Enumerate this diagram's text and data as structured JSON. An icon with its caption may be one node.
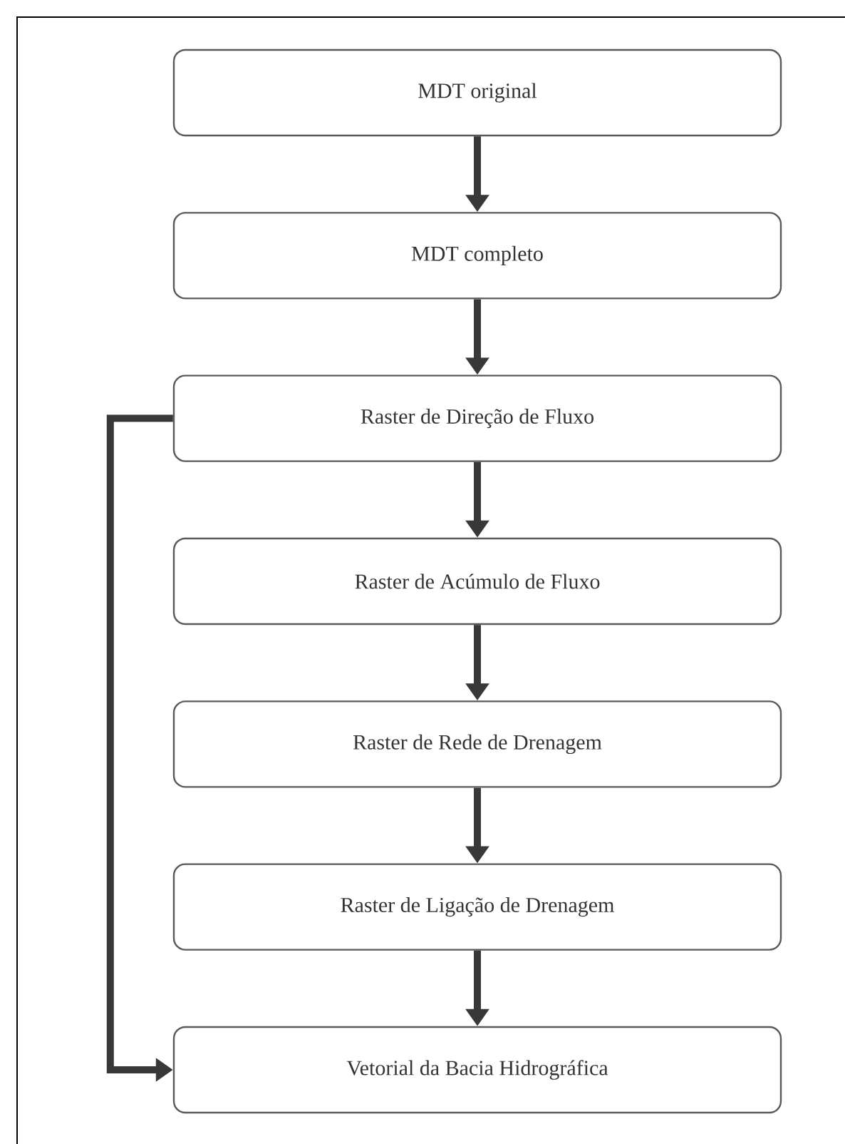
{
  "diagram": {
    "nodes": [
      {
        "text": [
          "MDT original"
        ]
      },
      {
        "text": [
          "MDT completo"
        ]
      },
      {
        "text": [
          "Raster de Direção de Fluxo"
        ]
      },
      {
        "text": [
          "Raster de Acúmulo de Fluxo"
        ]
      },
      {
        "text": [
          "Raster de Rede de Drenagem"
        ]
      },
      {
        "text": [
          "Raster de Ligação de Drenagem"
        ]
      },
      {
        "text": [
          "Vetorial da Bacia Hidrográfica"
        ]
      }
    ],
    "edges": [
      {
        "from": 0,
        "to": 1,
        "arrow": "to"
      },
      {
        "from": 1,
        "to": 2,
        "arrow": "to"
      },
      {
        "from": 2,
        "to": 3,
        "arrow": "to"
      },
      {
        "from": 3,
        "to": 4,
        "arrow": "to"
      },
      {
        "from": 4,
        "to": 5,
        "arrow": "to"
      },
      {
        "from": 5,
        "to": 6,
        "arrow": "to"
      },
      {
        "from": 2,
        "to": 6,
        "arrow": "to"
      }
    ]
  }
}
